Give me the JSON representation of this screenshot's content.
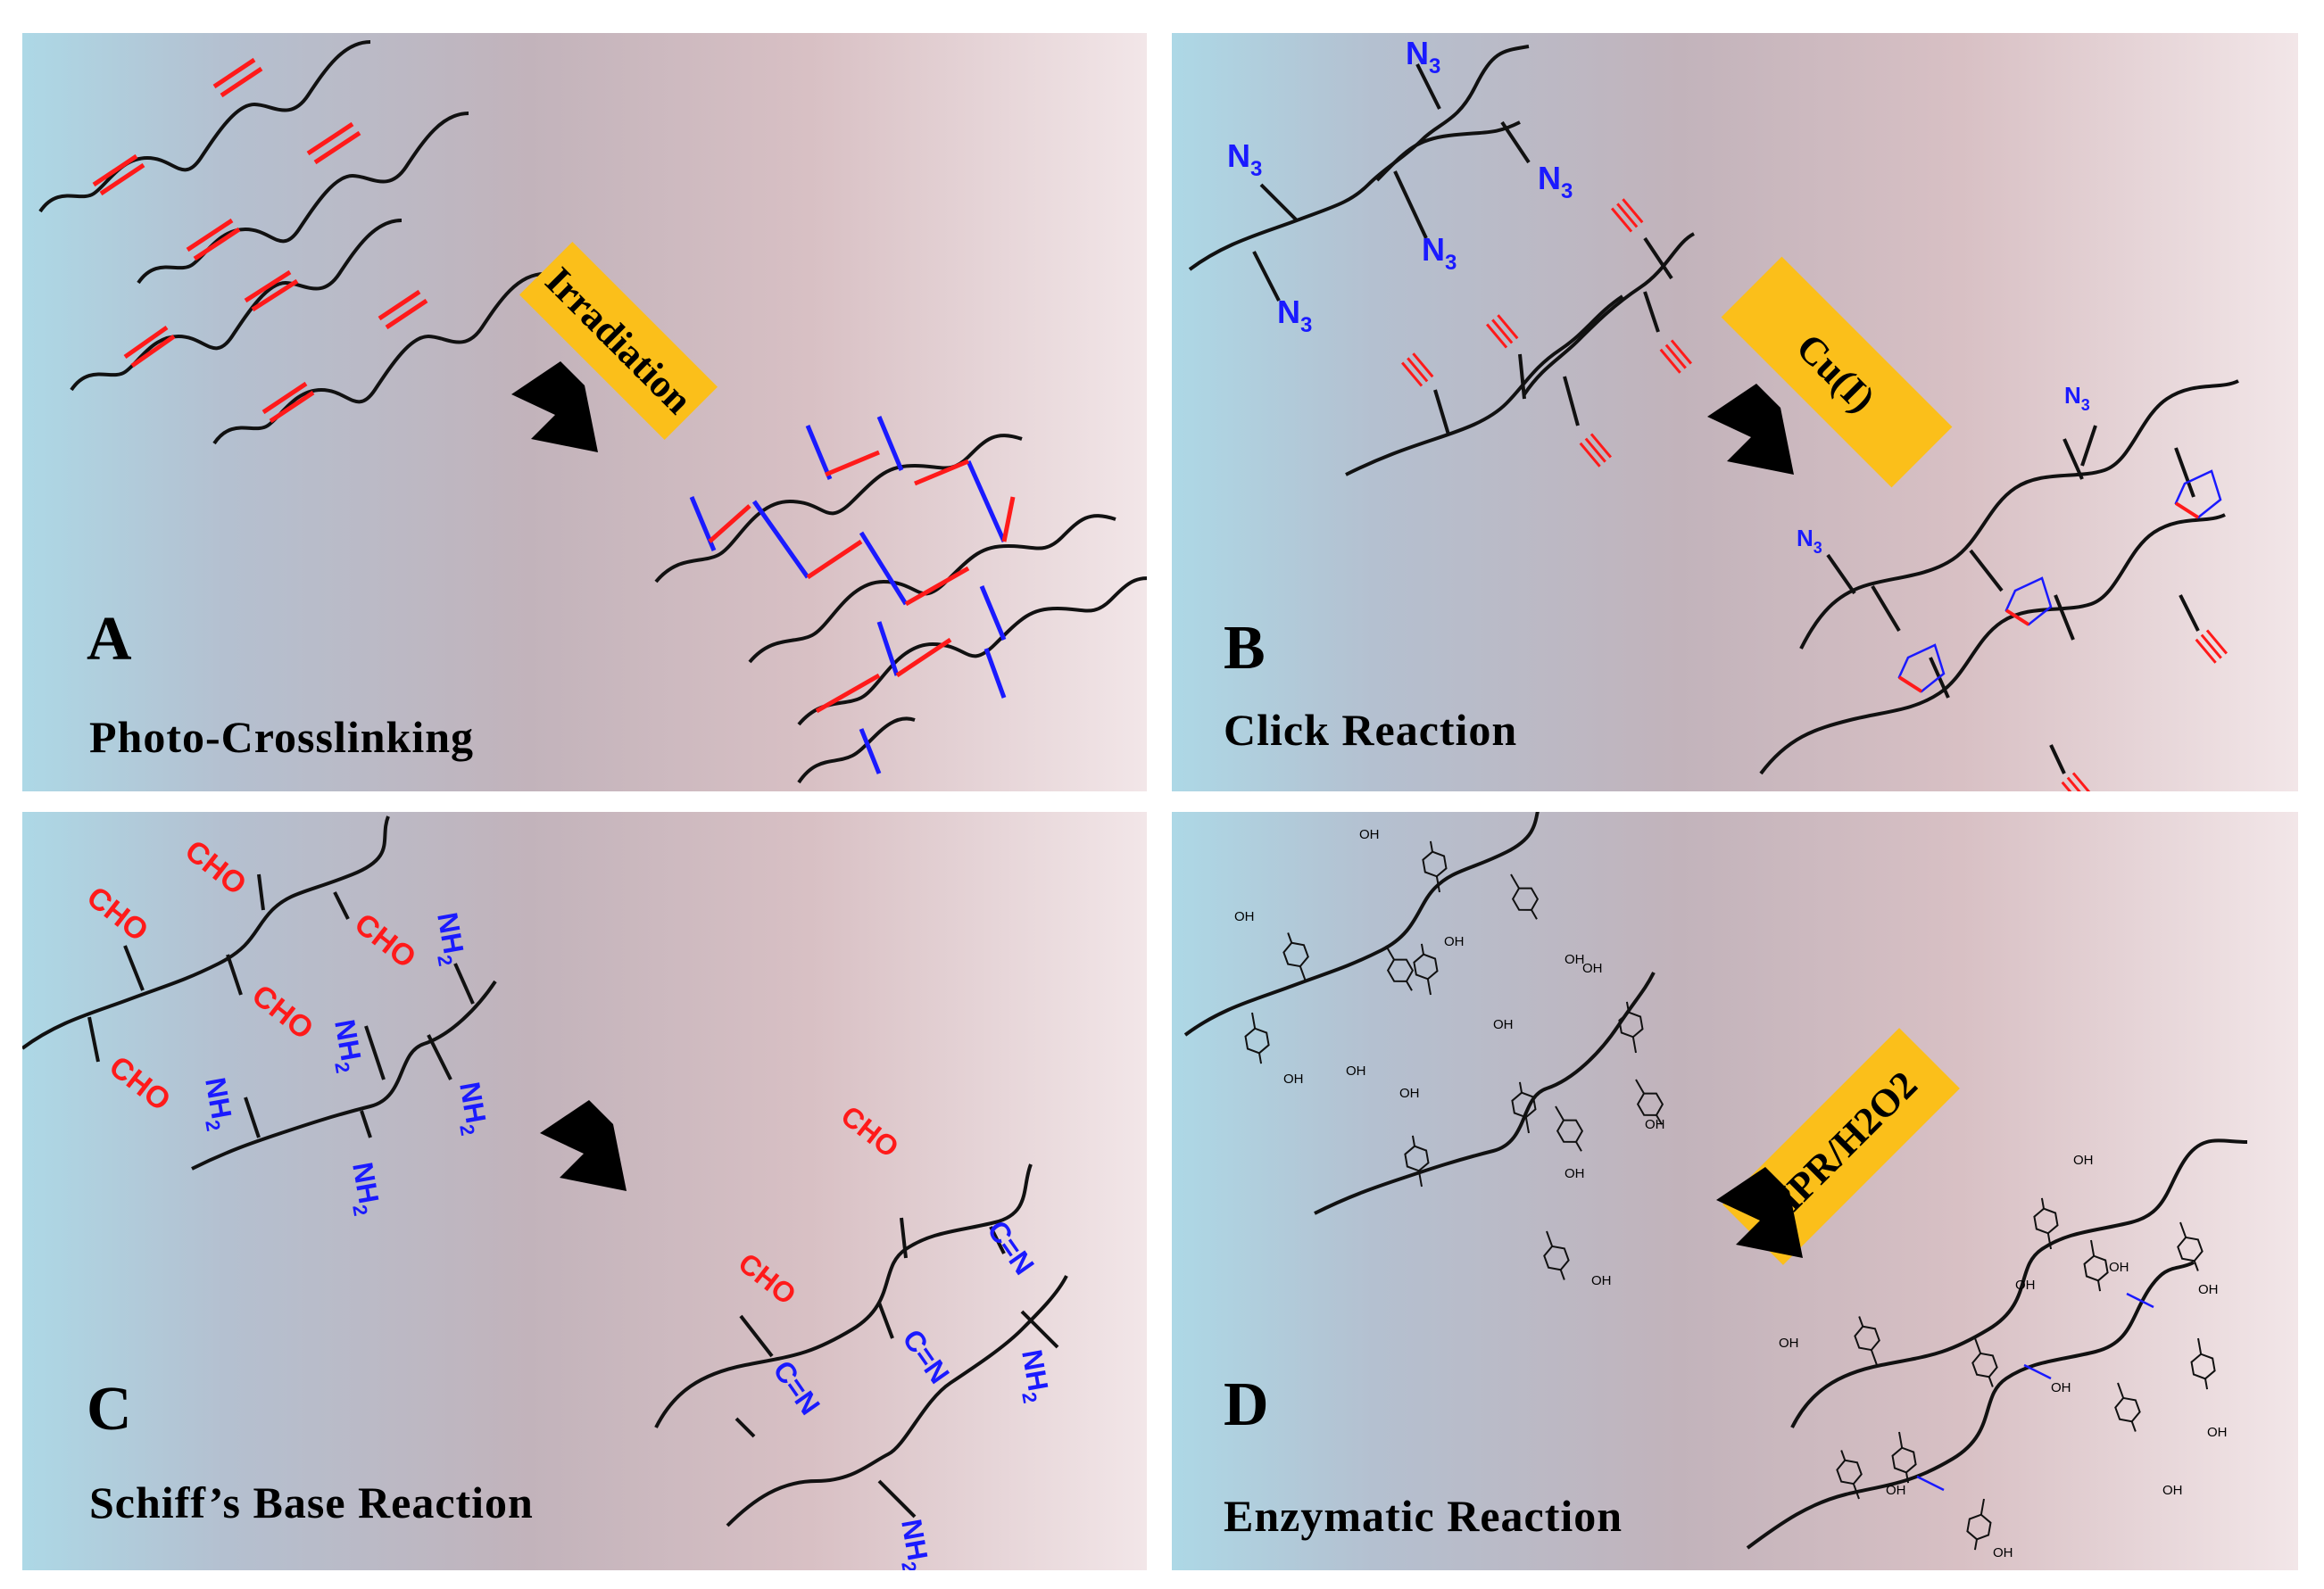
{
  "panels": {
    "a": {
      "letter": "A",
      "caption": "Photo-Crosslinking",
      "reagent": "Irradiation"
    },
    "b": {
      "letter": "B",
      "caption": "Click Reaction",
      "reagent": "Cu(I)",
      "azide": "N",
      "azide_sub": "3"
    },
    "c": {
      "letter": "C",
      "caption": "Schiff’s Base Reaction",
      "aldehyde": "CHO",
      "amine": "NH",
      "amine_sub": "2",
      "imine": "C=N"
    },
    "d": {
      "letter": "D",
      "caption": "Enzymatic Reaction",
      "reagent": "HPR/H2O2",
      "hydroxyl": "OH"
    }
  },
  "colors": {
    "badge": "#fbbf1a",
    "red": "#ff1a1a",
    "blue": "#1a1aff",
    "chain": "#111111"
  }
}
